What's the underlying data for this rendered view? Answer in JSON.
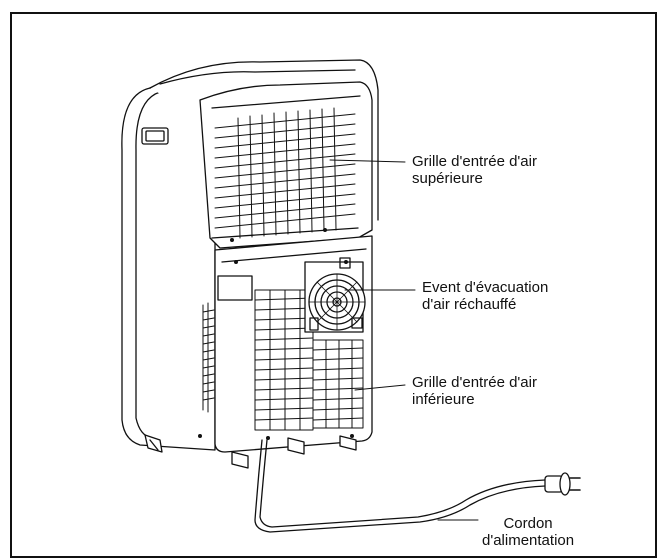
{
  "labels": {
    "upper_intake": {
      "line1": "Grille d'entrée d'air",
      "line2": "supérieure"
    },
    "exhaust_vent": {
      "line1": "Event d'évacuation",
      "line2": "d'air réchauffé"
    },
    "lower_intake": {
      "line1": "Grille d'entrée d'air",
      "line2": "inférieure"
    },
    "power_cord": {
      "line1": "Cordon",
      "line2": "d'alimentation"
    }
  },
  "colors": {
    "line": "#111111",
    "background": "#ffffff"
  }
}
